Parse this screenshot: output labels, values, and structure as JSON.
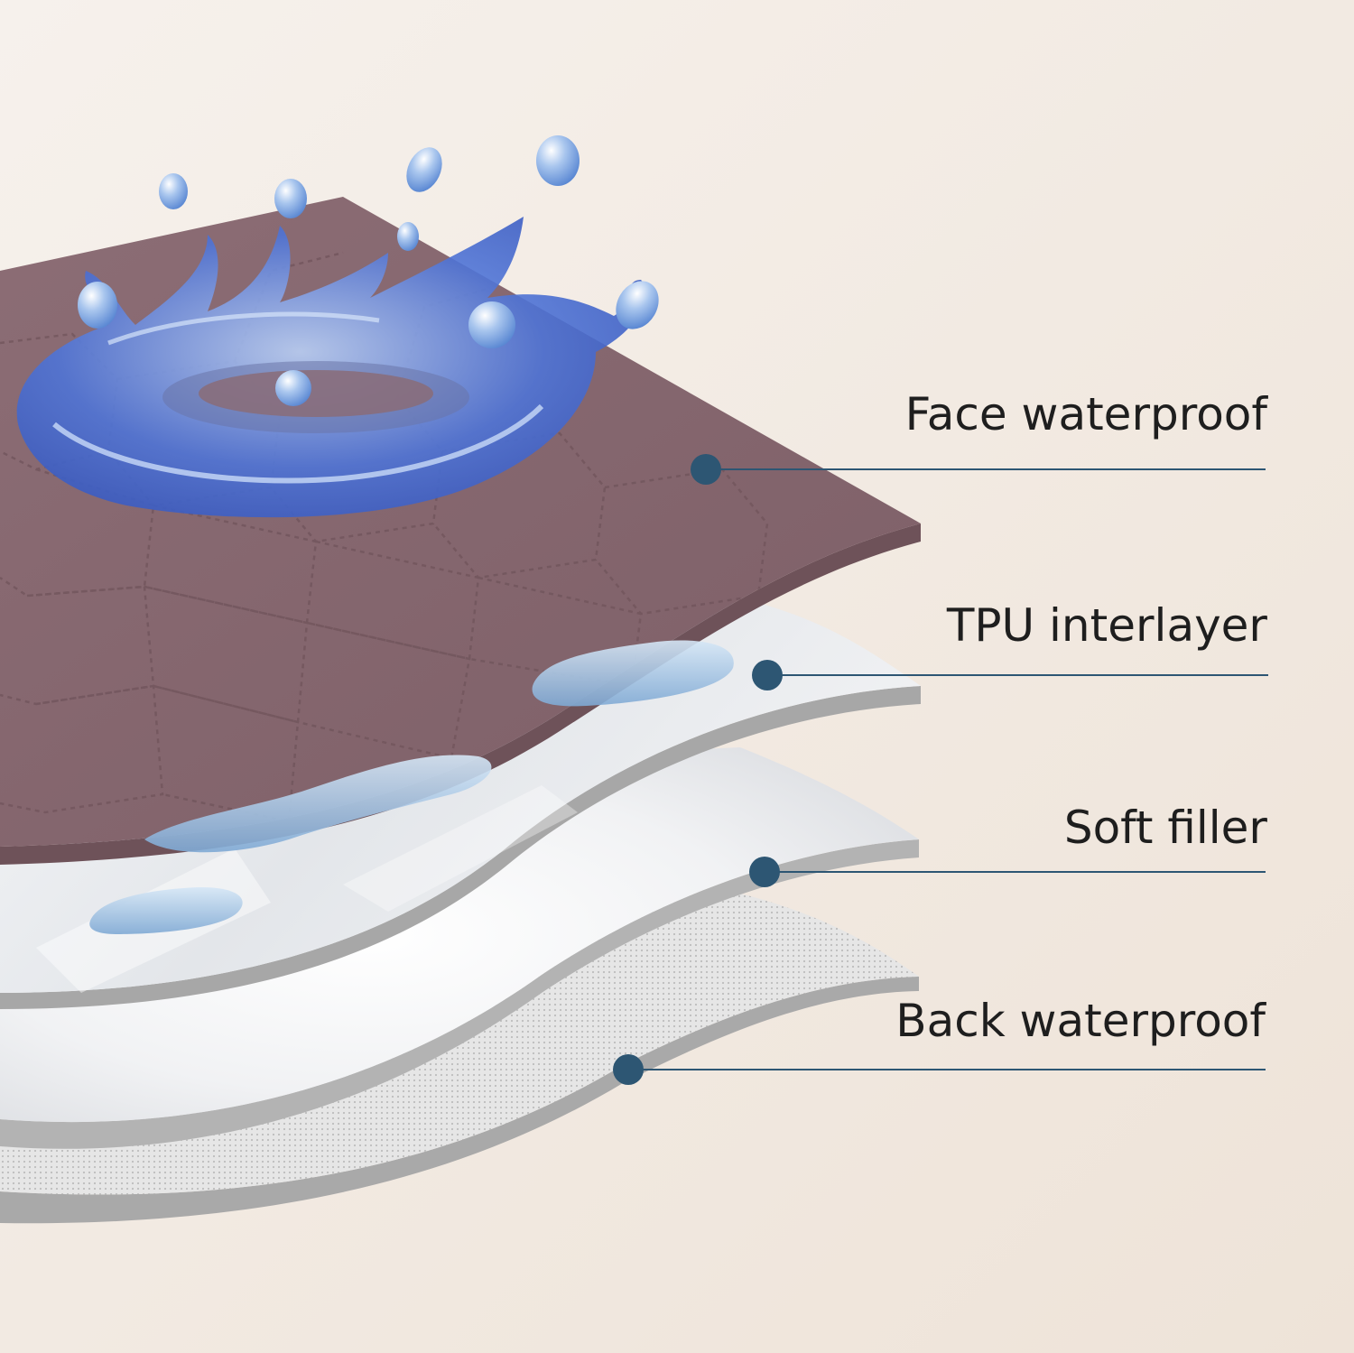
{
  "colors": {
    "background_top": "#f6f1ec",
    "background_bottom": "#eee3d8",
    "face_fabric": "#86676f",
    "face_edge": "#6e5259",
    "tpu_film": "#e9ecef",
    "filler": "#f6f6f7",
    "back_mesh": "#e4e4e4",
    "layer_edge": "#a9a9a9",
    "water": "#3f63c9",
    "callout": "#2d5673"
  },
  "layers": [
    {
      "id": "face",
      "label": "Face waterproof"
    },
    {
      "id": "tpu",
      "label": "TPU interlayer"
    },
    {
      "id": "filler",
      "label": "Soft filler"
    },
    {
      "id": "back",
      "label": "Back waterproof"
    }
  ],
  "icons": {
    "splash": "water-splash-icon",
    "droplet": "water-droplet-icon"
  }
}
